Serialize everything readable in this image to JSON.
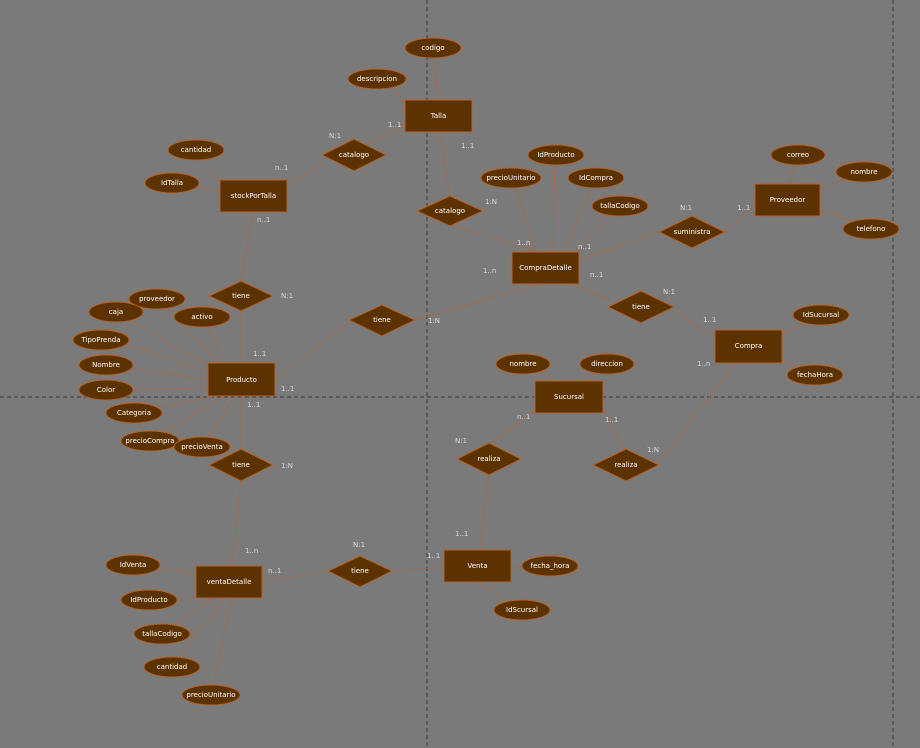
{
  "colors": {
    "background": "#7a7a7a",
    "shape_fill": "#5c3300",
    "shape_stroke": "#b5632a",
    "edge": "#a36a4a",
    "label": "#ffffff",
    "cardinality": "#d8d8d8"
  },
  "entities": {
    "talla": "Talla",
    "stock": "stockPorTalla",
    "compra_detalle": "CompraDetalle",
    "proveedor": "Proveedor",
    "producto": "Producto",
    "compra": "Compra",
    "sucursal": "Sucursal",
    "venta_detalle": "ventaDetalle",
    "venta": "Venta"
  },
  "relationships": {
    "catalogo_stock": "catalogo",
    "catalogo_compra": "catalogo",
    "suministra": "suministra",
    "tiene_stock": "tiene",
    "tiene_producto": "tiene",
    "tiene_compra": "tiene",
    "realiza_venta": "realiza",
    "realiza_compra": "realiza",
    "tiene_venta": "tiene",
    "tiene_ventadetalle": "tiene"
  },
  "attributes": {
    "codigo": "codigo",
    "descripcion": "descripcion",
    "cantidad_stock": "cantidad",
    "idtalla": "IdTalla",
    "idproducto_compra": "IdProducto",
    "precio_unitario_compra": "precioUnitario",
    "idcompra": "IdCompra",
    "talla_codigo_compra": "tallaCodigo",
    "correo": "correo",
    "nombre_proveedor": "nombre",
    "telefono": "telefono",
    "proveedor_attr": "proveedor",
    "caja": "caja",
    "activo": "activo",
    "tipo_prenda": "TipoPrenda",
    "nombre_producto": "Nombre",
    "color": "Color",
    "categoria": "Categoria",
    "precio_compra": "precioCompra",
    "precio_venta": "precioVenta",
    "idsucursal_compra": "IdSucursal",
    "fecha_hora_compra": "fechaHora",
    "nombre_sucursal": "nombre",
    "direccion": "direccion",
    "idventa": "IdVenta",
    "idproducto_venta": "IdProducto",
    "talla_codigo_venta": "tallaCodigo",
    "cantidad_venta": "cantidad",
    "precio_unitario_venta": "precioUnitario",
    "fecha_hora_venta": "fecha_hora",
    "idsucursal_venta": "IdScursal"
  },
  "cardinalities": {
    "talla_left": "1..1",
    "talla_bottom": "1..1",
    "catalogo_stock_rel": "N:1",
    "stock_right": "n..1",
    "stock_bottom": "n..1",
    "catalogo_compra_rel": "1:N",
    "compra_detalle_top": "1..n",
    "compra_detalle_right": "n..1",
    "compra_detalle_left": "1..n",
    "compra_detalle_bottom": "n..1",
    "suministra_rel": "N:1",
    "proveedor_left": "1..1",
    "tiene_stock_rel": "N:1",
    "tiene_compra_rel": "1:N",
    "producto_top": "1..1",
    "producto_right": "1..1",
    "producto_bottom": "1..1",
    "tiene_producto_rel": "N:1",
    "compra_top": "1..1",
    "compra_bottom": "1..n",
    "sucursal_left": "n..1",
    "sucursal_right": "1..1",
    "realiza_venta_rel": "N:1",
    "realiza_compra_rel": "1:N",
    "tiene_venta_rel": "1:N",
    "venta_detalle_top": "1..n",
    "venta_detalle_right": "n..1",
    "tiene_ventadetalle_rel": "N:1",
    "venta_left": "1..1",
    "venta_top": "1..1"
  }
}
